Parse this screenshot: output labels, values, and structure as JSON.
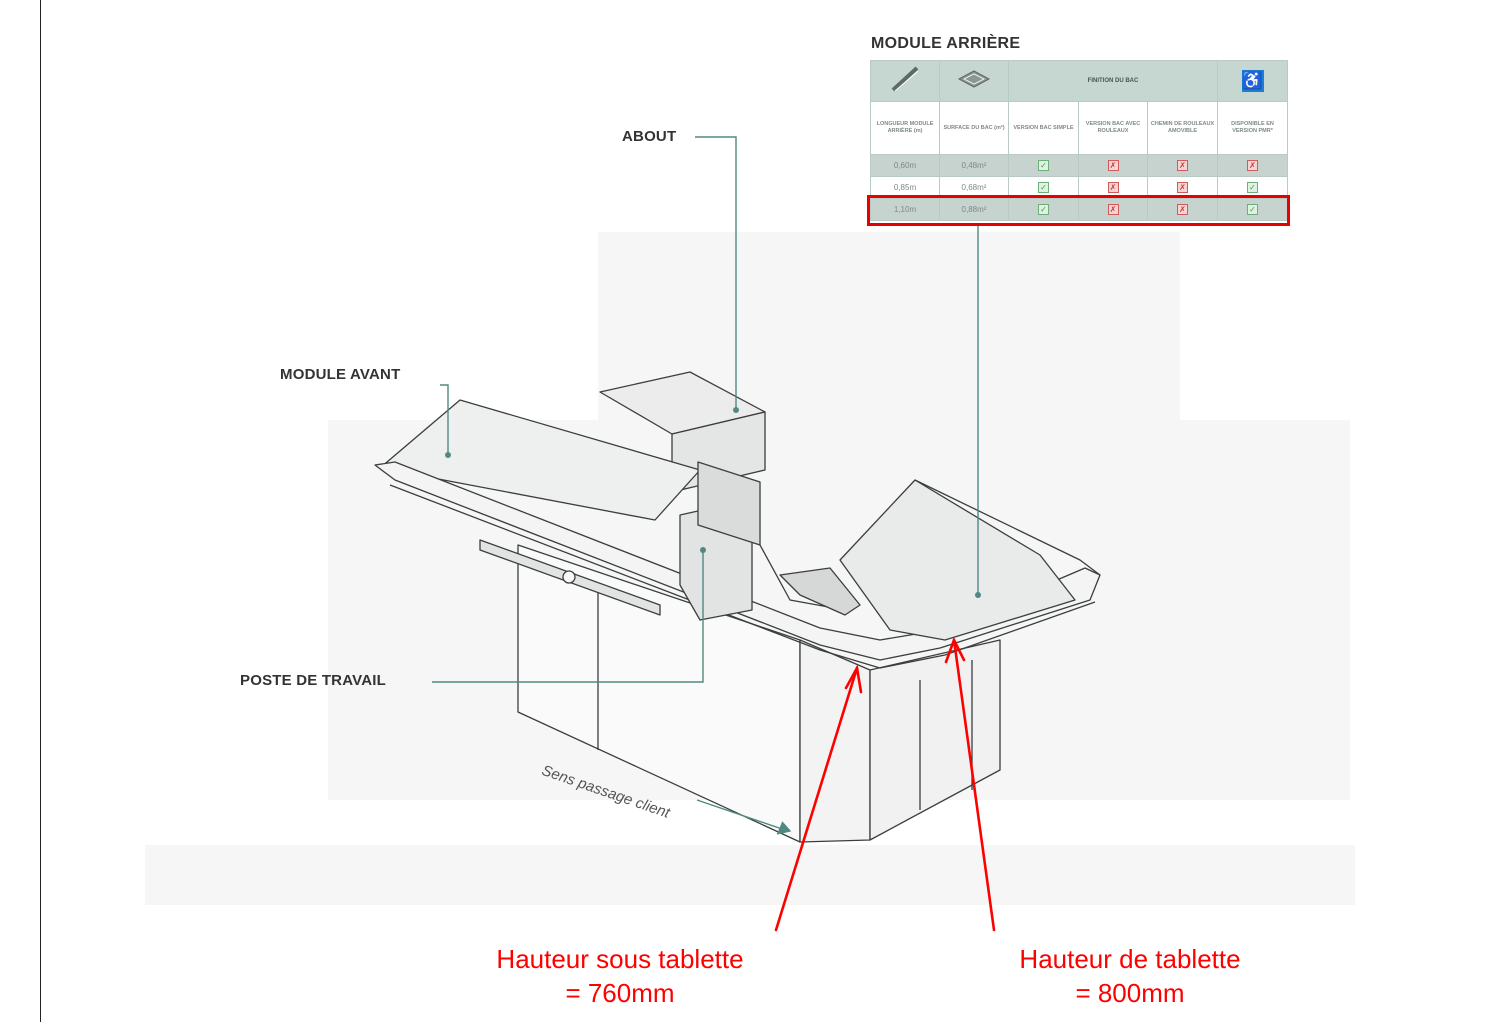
{
  "labels": {
    "about": "ABOUT",
    "module_avant": "MODULE AVANT",
    "poste_de_travail": "POSTE DE TRAVAIL",
    "sens_passage": "Sens passage client"
  },
  "table": {
    "title": "MODULE ARRIÈRE",
    "group_header": "FINITION DU BAC",
    "headers": [
      "LONGUEUR MODULE ARRIÈRE (m)",
      "SURFACE DU BAC (m²)",
      "VERSION BAC SIMPLE",
      "VERSION BAC AVEC ROULEAUX",
      "CHEMIN DE ROULEAUX AMOVIBLE",
      "DISPONIBLE EN VERSION PMR*"
    ],
    "rows": [
      {
        "length": "0,60m",
        "surface": "0,48m²",
        "simple": "yes",
        "rouleaux": "no",
        "chemin": "no",
        "pmr": "no"
      },
      {
        "length": "0,85m",
        "surface": "0,68m²",
        "simple": "yes",
        "rouleaux": "no",
        "chemin": "no",
        "pmr": "yes"
      },
      {
        "length": "1,10m",
        "surface": "0,88m²",
        "simple": "yes",
        "rouleaux": "no",
        "chemin": "no",
        "pmr": "yes"
      }
    ],
    "highlighted_row": 3
  },
  "annotations": {
    "sous_tablette_line1": "Hauteur sous tablette",
    "sous_tablette_line2": "= 760mm",
    "tablette_line1": "Hauteur de tablette",
    "tablette_line2": "= 800mm"
  },
  "colors": {
    "annotation": "#ff0000",
    "leader": "#4f8a80",
    "outline": "#3a3f3e",
    "table_header": "#c6d6d1"
  }
}
